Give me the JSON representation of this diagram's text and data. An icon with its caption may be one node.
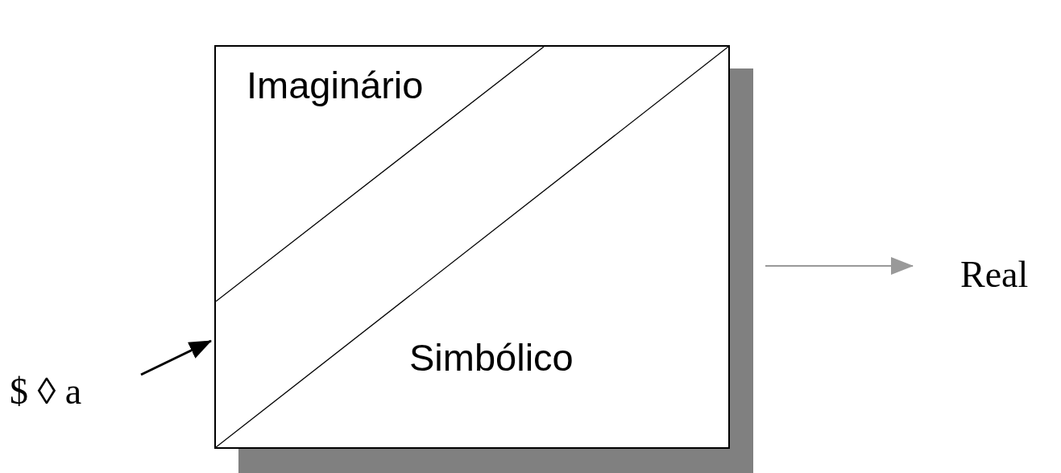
{
  "diagram": {
    "nodes": [
      {
        "text": [
          "Imaginário",
          "Simbólico"
        ]
      },
      {
        "text": [
          "$ ◊ a"
        ]
      },
      {
        "text": [
          "Real"
        ]
      }
    ],
    "edges": [
      {
        "from": 1,
        "to": 0,
        "arrow": "to"
      },
      {
        "from": 0,
        "to": 2,
        "arrow": "to",
        "color": "#999999"
      }
    ]
  }
}
